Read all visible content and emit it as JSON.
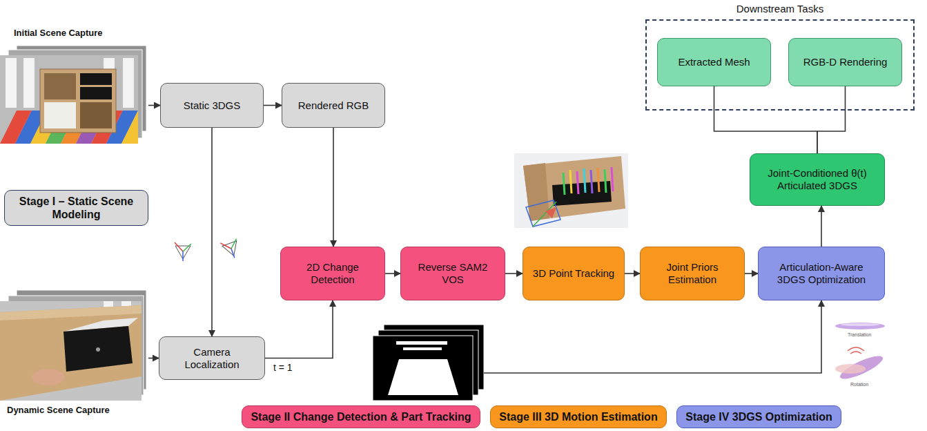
{
  "diagram": {
    "nodes": [
      {
        "text": [
          "Downstream Tasks"
        ]
      },
      {
        "text": [
          "Extracted Mesh"
        ],
        "in": 0
      },
      {
        "text": [
          "RGB-D Rendering"
        ],
        "in": 0
      },
      {
        "text": [
          "Initial Scene Capture"
        ]
      },
      {
        "text": [
          "Static 3DGS"
        ]
      },
      {
        "text": [
          "Rendered RGB"
        ]
      },
      {
        "text": [
          "Stage I – Static Scene Modeling"
        ]
      },
      {
        "text": [
          "Joint-Conditioned θ(t) Articulated 3DGS"
        ]
      },
      {
        "text": [
          "Camera Localization"
        ]
      },
      {
        "text": [
          "2D Change Detection"
        ]
      },
      {
        "text": [
          "Reverse SAM2 VOS"
        ]
      },
      {
        "text": [
          "3D Point Tracking"
        ]
      },
      {
        "text": [
          "Joint Priors Estimation"
        ]
      },
      {
        "text": [
          "Articulation-Aware 3DGS Optimization"
        ]
      },
      {
        "text": [
          "Dynamic Scene Capture"
        ]
      },
      {
        "text": [
          "Stage II Change Detection & Part Tracking"
        ]
      },
      {
        "text": [
          "Stage III 3D Motion Estimation"
        ]
      },
      {
        "text": [
          "Stage IV 3DGS Optimization"
        ]
      }
    ],
    "edges": [
      {
        "from": 3,
        "to": 4,
        "arrow": "to"
      },
      {
        "from": 4,
        "to": 5,
        "arrow": "to"
      },
      {
        "from": 4,
        "to": 8,
        "arrow": "to"
      },
      {
        "from": 14,
        "to": 8,
        "arrow": "to"
      },
      {
        "from": 5,
        "to": 9,
        "arrow": "to"
      },
      {
        "from": 8,
        "to": 9,
        "label": "t = 1",
        "arrow": "to"
      },
      {
        "from": 9,
        "to": 10,
        "arrow": "to"
      },
      {
        "from": 10,
        "to": 11,
        "arrow": "to"
      },
      {
        "from": 11,
        "to": 12,
        "arrow": "to"
      },
      {
        "from": 12,
        "to": 13,
        "arrow": "to"
      },
      {
        "from": 13,
        "to": 7,
        "arrow": "to"
      },
      {
        "from": 7,
        "to": 1,
        "arrow": "none"
      },
      {
        "from": 7,
        "to": 2,
        "arrow": "none"
      }
    ],
    "labels": [
      "Translation",
      "Rotation"
    ]
  }
}
